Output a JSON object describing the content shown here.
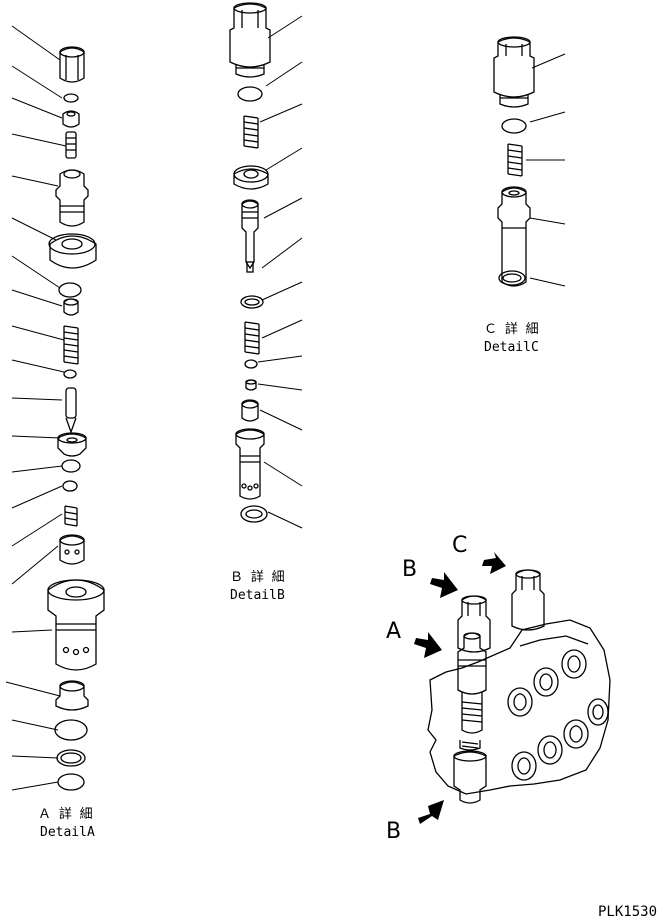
{
  "detail_a": {
    "jp": "Ａ 詳 細",
    "en": "DetailA"
  },
  "detail_b": {
    "jp": "Ｂ 詳 細",
    "en": "DetailB"
  },
  "detail_c": {
    "jp": "Ｃ 詳 細",
    "en": "DetailC"
  },
  "callouts": {
    "a": "A",
    "b_top": "B",
    "b_bottom": "B",
    "c": "C"
  },
  "drawing_code": "PLK1530"
}
